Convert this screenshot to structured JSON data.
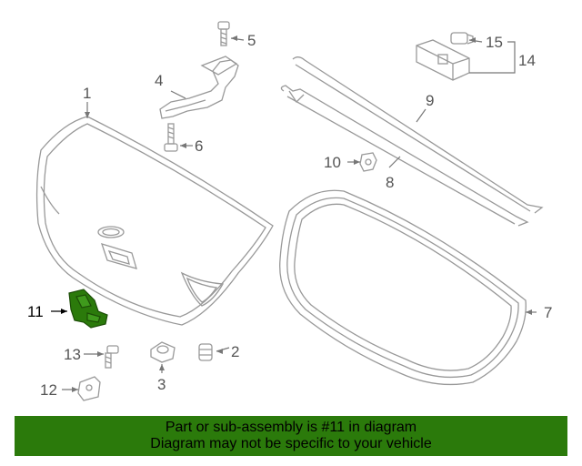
{
  "callouts": {
    "c1": "1",
    "c2": "2",
    "c3": "3",
    "c4": "4",
    "c5": "5",
    "c6": "6",
    "c7": "7",
    "c8": "8",
    "c9": "9",
    "c10": "10",
    "c11": "11",
    "c12": "12",
    "c13": "13",
    "c14": "14",
    "c15": "15"
  },
  "highlight": {
    "part_number": "11",
    "color": "#2b7a0b"
  },
  "banner": {
    "line1": "Part or sub-assembly is #11 in diagram",
    "line2": "Diagram may not be specific to your vehicle",
    "color": "#2b7a0b"
  }
}
